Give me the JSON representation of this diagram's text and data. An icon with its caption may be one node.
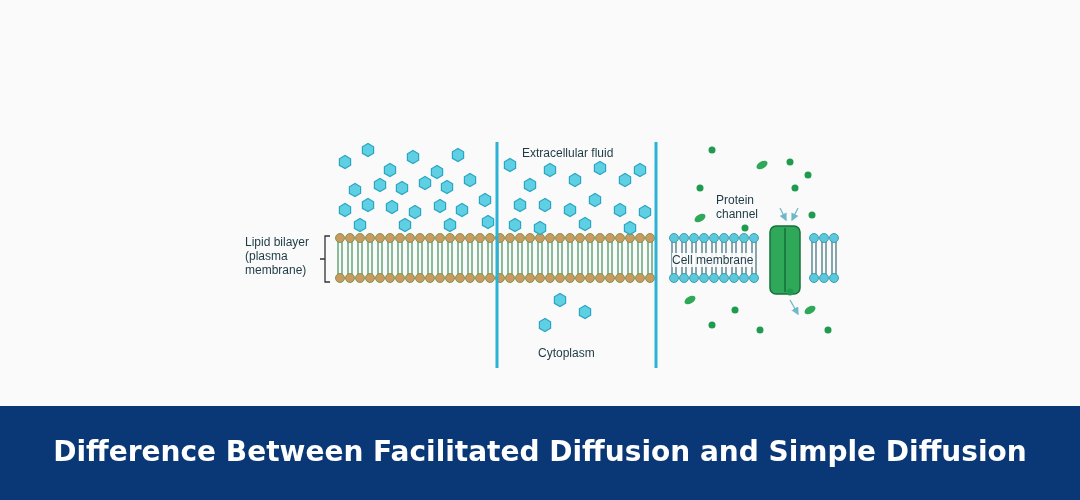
{
  "diagram": {
    "title": "Difference Between Facilitated Diffusion and Simple Diffusion",
    "labels": [
      "Extracellular fluid",
      "Protein channel",
      "Lipid bilayer (plasma membrane)",
      "Cell membrane",
      "Cytoplasm"
    ]
  }
}
